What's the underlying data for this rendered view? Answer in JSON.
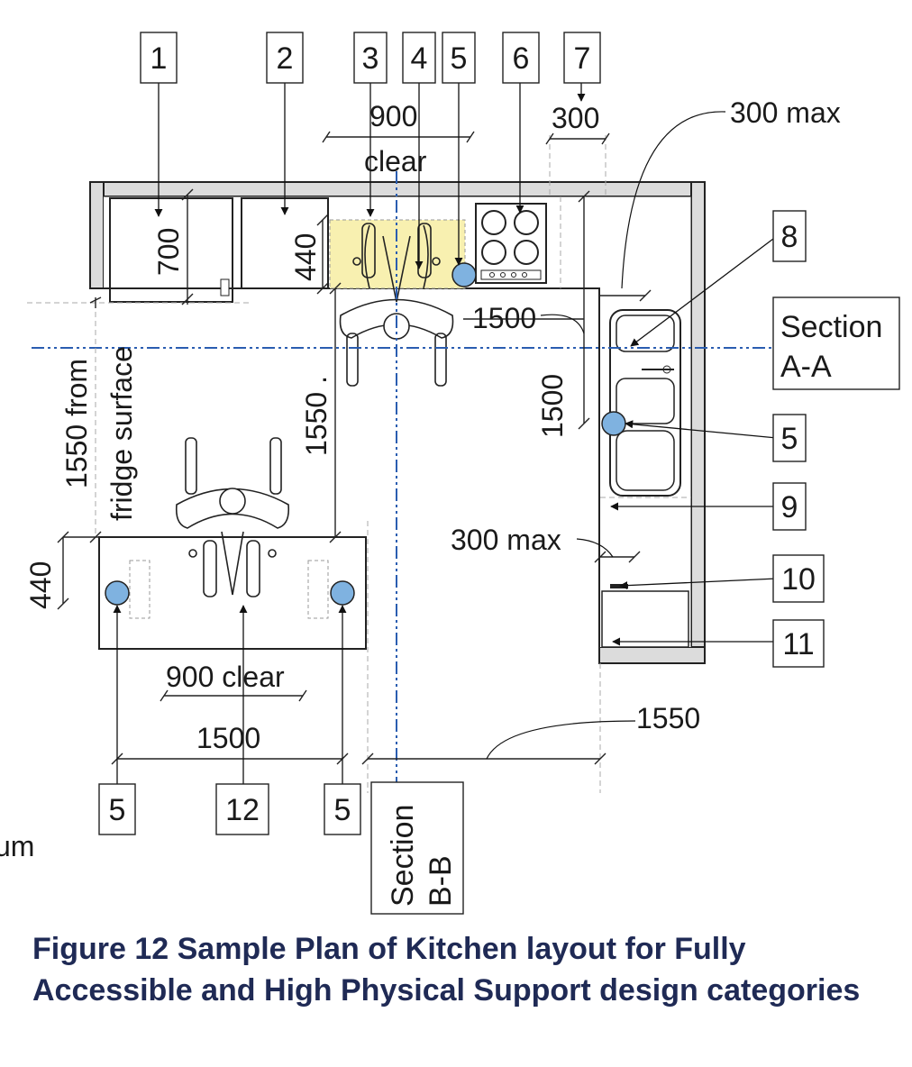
{
  "callouts": {
    "c1": "1",
    "c2": "2",
    "c3": "3",
    "c4": "4",
    "c5_top": "5",
    "c6": "6",
    "c7": "7",
    "c8": "8",
    "c5_right": "5",
    "c9": "9",
    "c10": "10",
    "c11": "11",
    "c5_bl": "5",
    "c12": "12",
    "c5_br": "5"
  },
  "dimensions": {
    "d900_top": "900",
    "clear_top": "clear",
    "d300_top": "300",
    "d300max_top": "300 max",
    "d700": "700",
    "d440_top": "440",
    "d1500_h": "1500",
    "d1500_v": "1500",
    "d1550_mid": "1550 .",
    "fridge_line1": "1550 from",
    "fridge_line2": "fridge surface",
    "d440_left": "440",
    "d300max_mid": "300 max",
    "d900clear_bottom": "900 clear",
    "d1500_bottom": "1500",
    "d1550_bottom": "1550"
  },
  "sections": {
    "aa_line1": "Section",
    "aa_line2": "A-A",
    "bb_line1": "Section",
    "bb_line2": "B-B"
  },
  "fragment": "um",
  "caption": "Figure 12  Sample Plan of Kitchen layout for Fully Accessible and High Physical Support design categories",
  "colors": {
    "wall": "#dcdcdc",
    "clear_zone": "#f8f0b0",
    "tap_marker": "#7fb2e0",
    "section_line": "#2a5db0",
    "caption": "#1f2a55"
  }
}
